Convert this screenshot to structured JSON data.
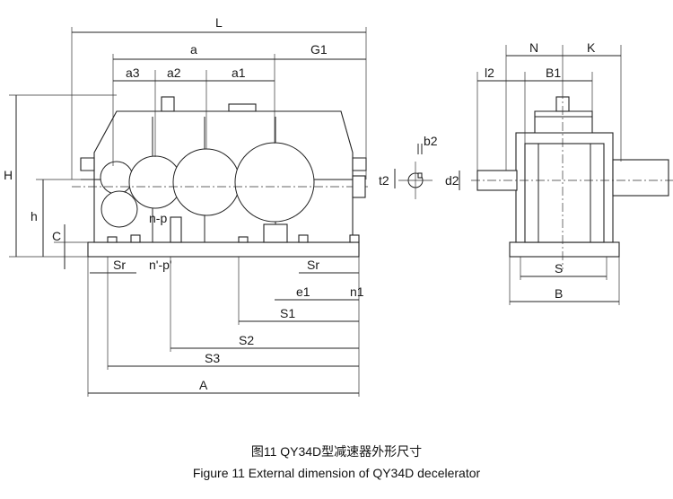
{
  "dimensions": {
    "L": "L",
    "a": "a",
    "G1": "G1",
    "a3": "a3",
    "a2": "a2",
    "a1": "a1",
    "H": "H",
    "h": "h",
    "C": "C",
    "np": "n-p",
    "npp": "n'-p'",
    "Sr": "Sr",
    "e1": "e1",
    "n1": "n1",
    "S1": "S1",
    "S2": "S2",
    "S3": "S3",
    "A": "A",
    "b2": "b2",
    "t2": "t2",
    "d2": "d2",
    "N": "N",
    "K": "K",
    "l2": "l2",
    "B1": "B1",
    "S": "S",
    "B": "B"
  },
  "caption": {
    "line1": "图11 QY34D型减速器外形尺寸",
    "line2": "Figure 11 External dimension of QY34D decelerator"
  }
}
